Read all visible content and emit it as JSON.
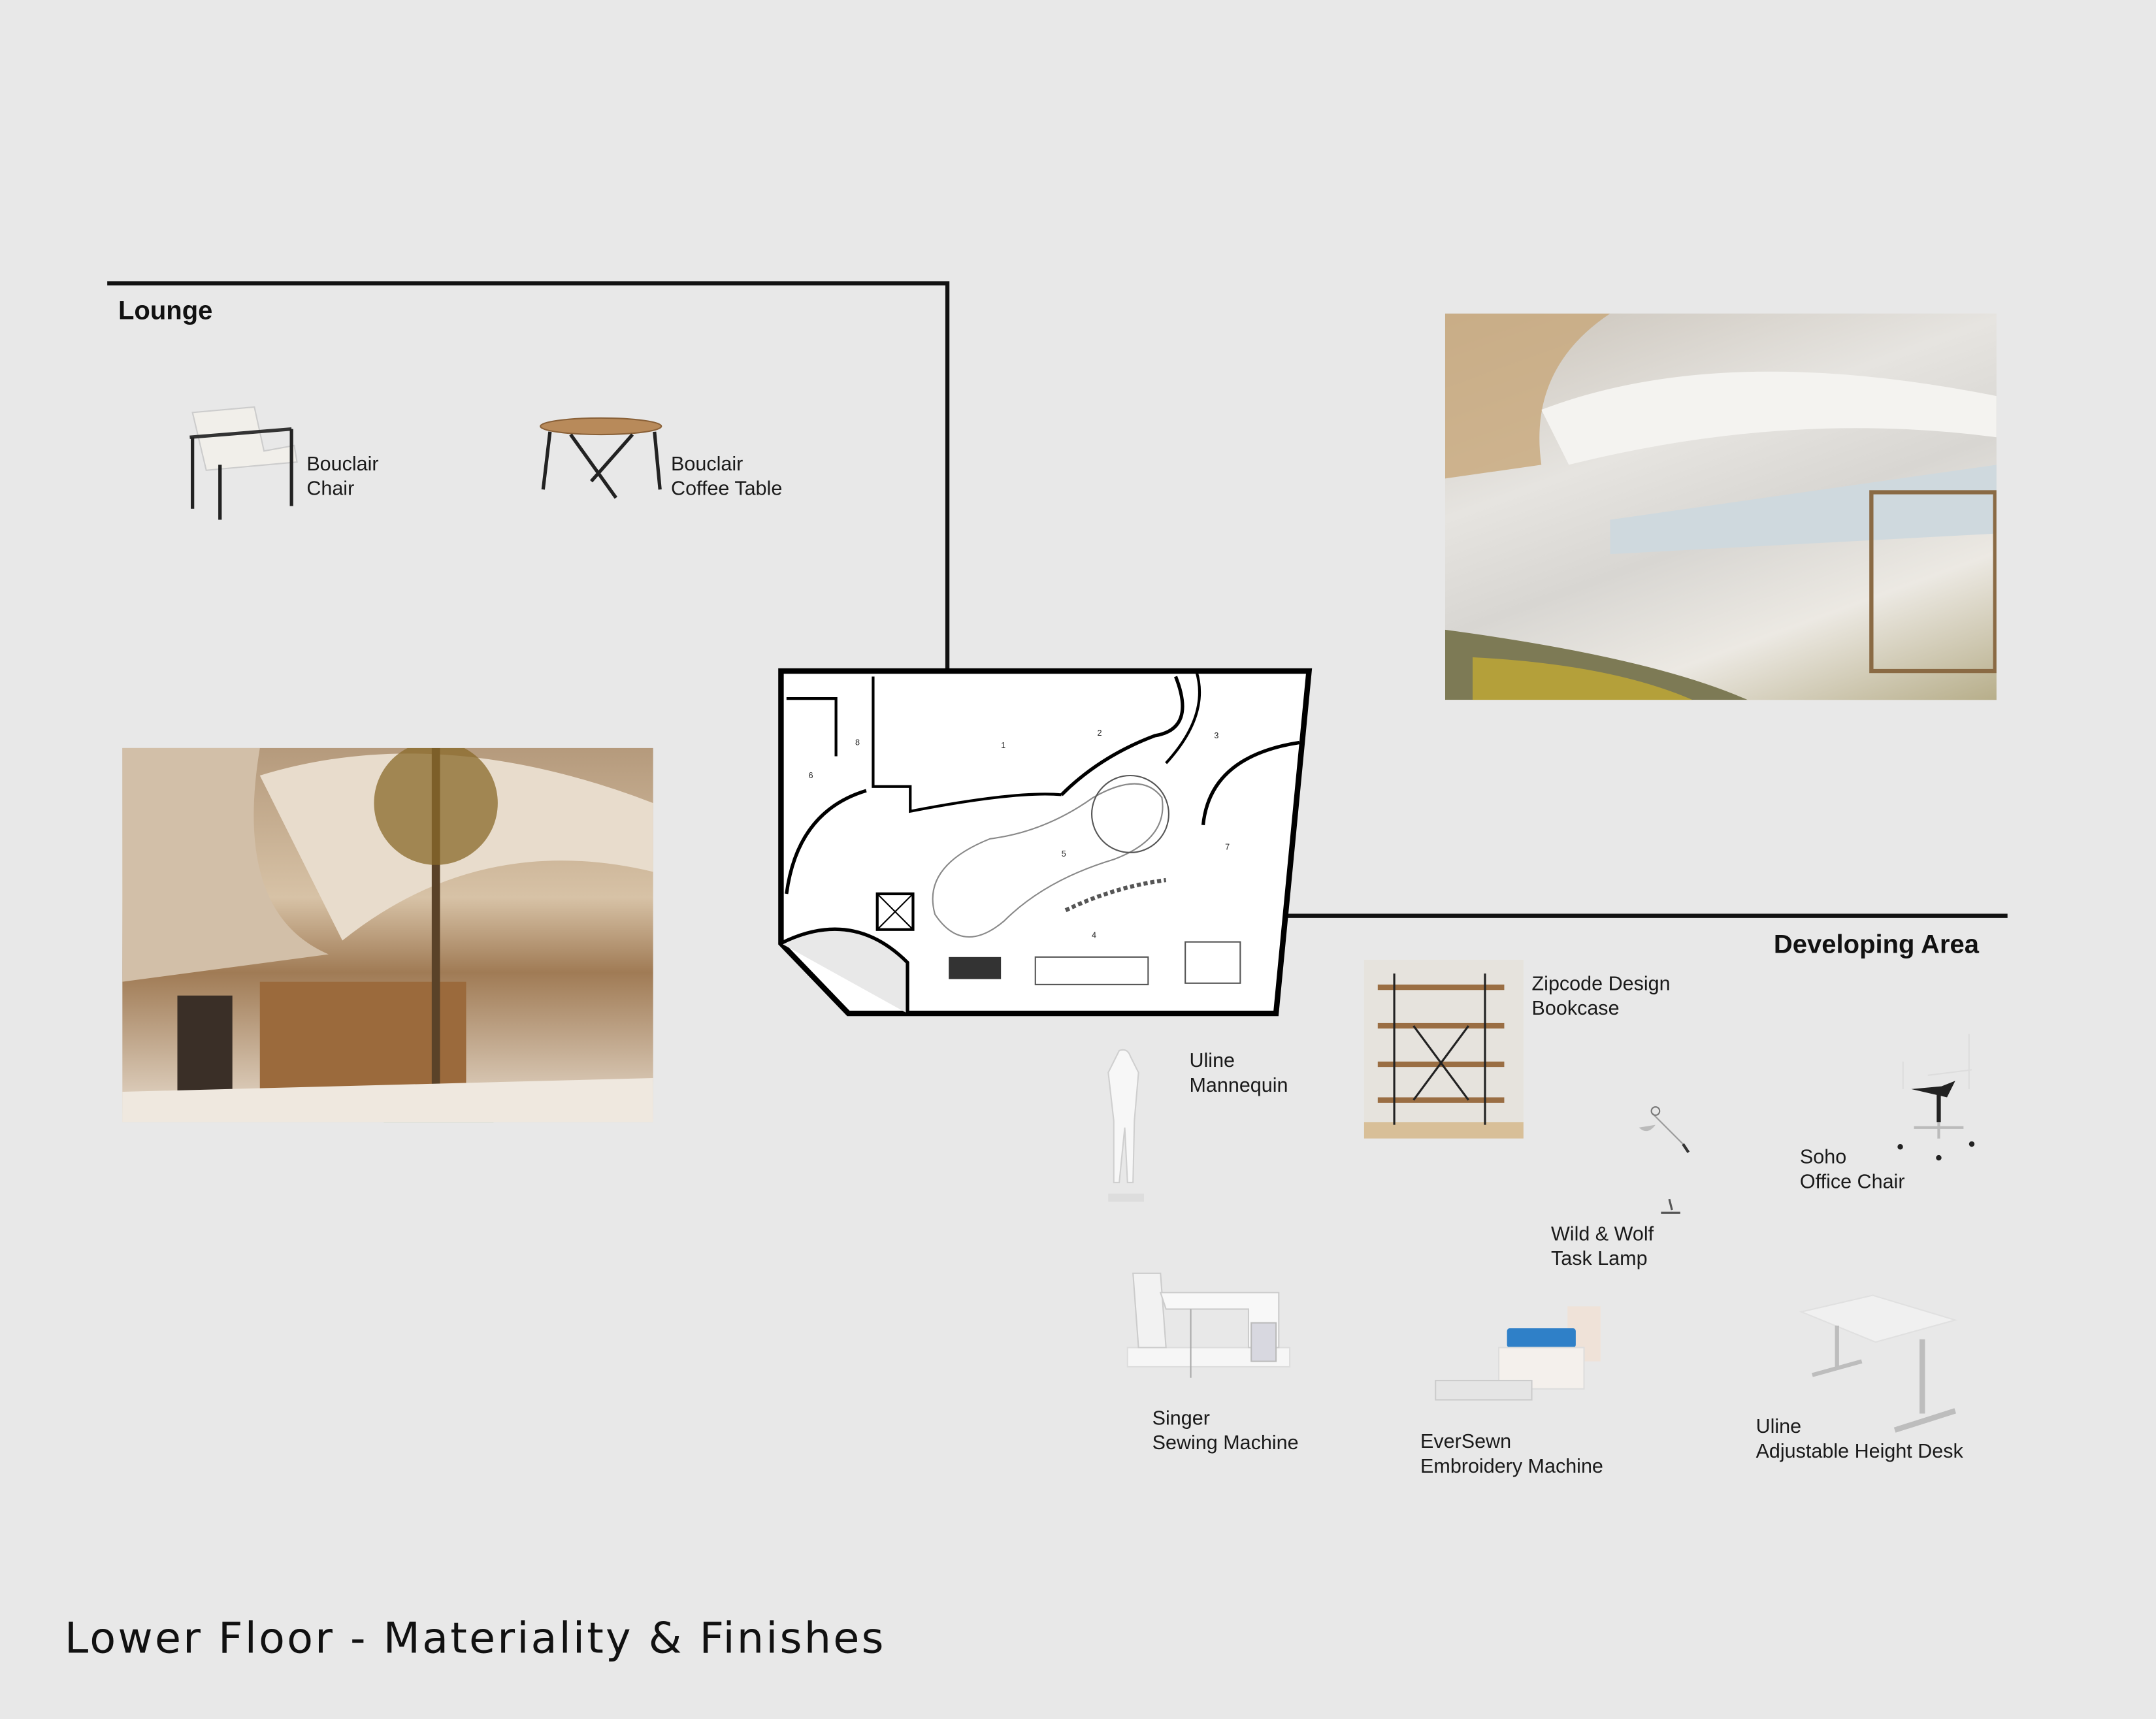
{
  "title": "Lower Floor - Materiality & Finishes",
  "lounge": {
    "heading": "Lounge",
    "items": [
      {
        "line1": "Bouclair",
        "line2": "Chair",
        "icon": "lounge-chair"
      },
      {
        "line1": "Bouclair",
        "line2": "Coffee Table",
        "icon": "coffee-table"
      }
    ]
  },
  "developing": {
    "heading": "Developing Area",
    "items": [
      {
        "line1": "Zipcode Design",
        "line2": "Bookcase",
        "icon": "bookcase"
      },
      {
        "line1": "Uline",
        "line2": "Mannequin",
        "icon": "mannequin"
      },
      {
        "line1": "Wild & Wolf",
        "line2": "Task Lamp",
        "icon": "task-lamp"
      },
      {
        "line1": "Soho",
        "line2": "Office Chair",
        "icon": "office-chair"
      },
      {
        "line1": "Singer",
        "line2": "Sewing Machine",
        "icon": "sewing-machine"
      },
      {
        "line1": "EverSewn",
        "line2": "Embroidery Machine",
        "icon": "embroidery-machine"
      },
      {
        "line1": "Uline",
        "line2": "Adjustable Height Desk",
        "icon": "standing-desk"
      }
    ]
  },
  "floor_plan": {
    "room_numbers": [
      "1",
      "2",
      "3",
      "4",
      "5",
      "6",
      "7",
      "8"
    ]
  },
  "colors": {
    "background": "#e8e8e8",
    "ink": "#111111",
    "wood": "#a8794a"
  }
}
